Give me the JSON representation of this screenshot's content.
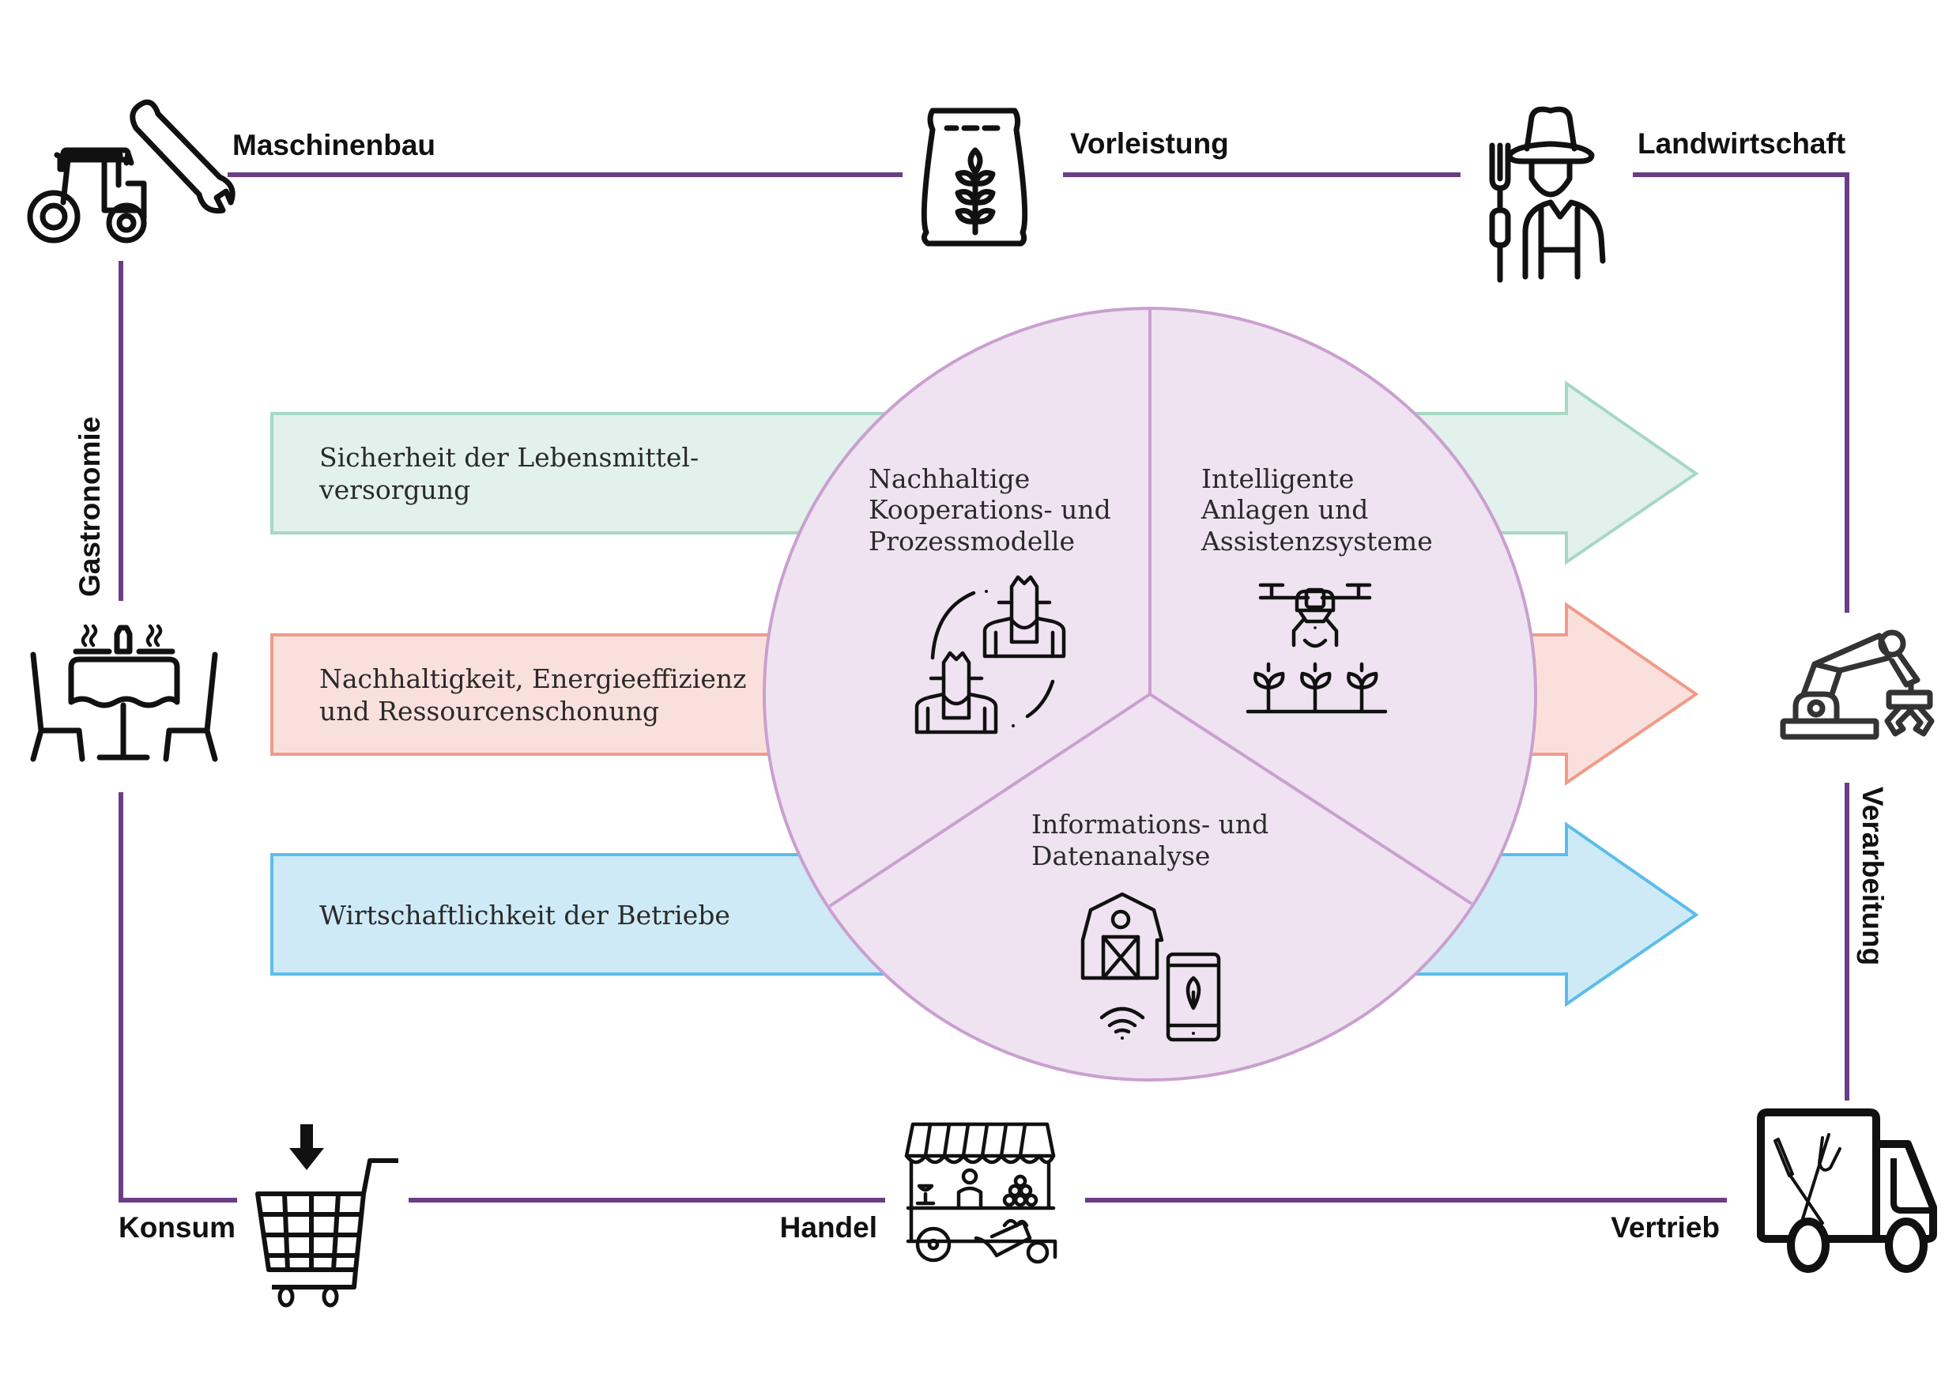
{
  "colors": {
    "frame": "#6b3d86",
    "circle_fill": "#efe3f1",
    "circle_stroke": "#c9a0cf",
    "green_fill": "#e3f1ec",
    "green_stroke": "#a6d8c4",
    "red_fill": "#fae0dc",
    "red_stroke": "#f19a8a",
    "blue_fill": "#cfeaf7",
    "blue_stroke": "#5bbde9"
  },
  "value_chain": {
    "nodes": [
      {
        "id": "maschinenbau",
        "label": "Maschinenbau",
        "icon": "tractor-wrench-icon"
      },
      {
        "id": "vorleistung",
        "label": "Vorleistung",
        "icon": "grain-sack-icon"
      },
      {
        "id": "landwirtschaft",
        "label": "Landwirtschaft",
        "icon": "farmer-pitchfork-icon"
      },
      {
        "id": "verarbeitung",
        "label": "Verarbeitung",
        "icon": "robot-arm-icon"
      },
      {
        "id": "vertrieb",
        "label": "Vertrieb",
        "icon": "food-delivery-truck-icon"
      },
      {
        "id": "handel",
        "label": "Handel",
        "icon": "market-stall-icon"
      },
      {
        "id": "konsum",
        "label": "Konsum",
        "icon": "shopping-cart-icon"
      },
      {
        "id": "gastronomie",
        "label": "Gastronomie",
        "icon": "restaurant-table-icon"
      }
    ]
  },
  "goals": [
    {
      "id": "food-security",
      "lines": [
        "Sicherheit der Lebensmittel-",
        "versorgung"
      ],
      "color": "green"
    },
    {
      "id": "sustainability",
      "lines": [
        "Nachhaltigkeit, Energieeffizienz",
        "und Ressourcenschonung"
      ],
      "color": "red"
    },
    {
      "id": "profitability",
      "lines": [
        "Wirtschaftlichkeit der Betriebe"
      ],
      "color": "blue"
    }
  ],
  "circle_segments": [
    {
      "id": "cooperation",
      "lines": [
        "Nachhaltige",
        "Kooperations- und",
        "Prozessmodelle"
      ],
      "icon": "farmers-cooperation-icon"
    },
    {
      "id": "smart-systems",
      "lines": [
        "Intelligente",
        "Anlagen und",
        "Assistenzsysteme"
      ],
      "icon": "drone-crops-icon"
    },
    {
      "id": "data-analysis",
      "lines": [
        "Informations- und",
        "Datenanalyse"
      ],
      "icon": "barn-smartphone-icon"
    }
  ]
}
